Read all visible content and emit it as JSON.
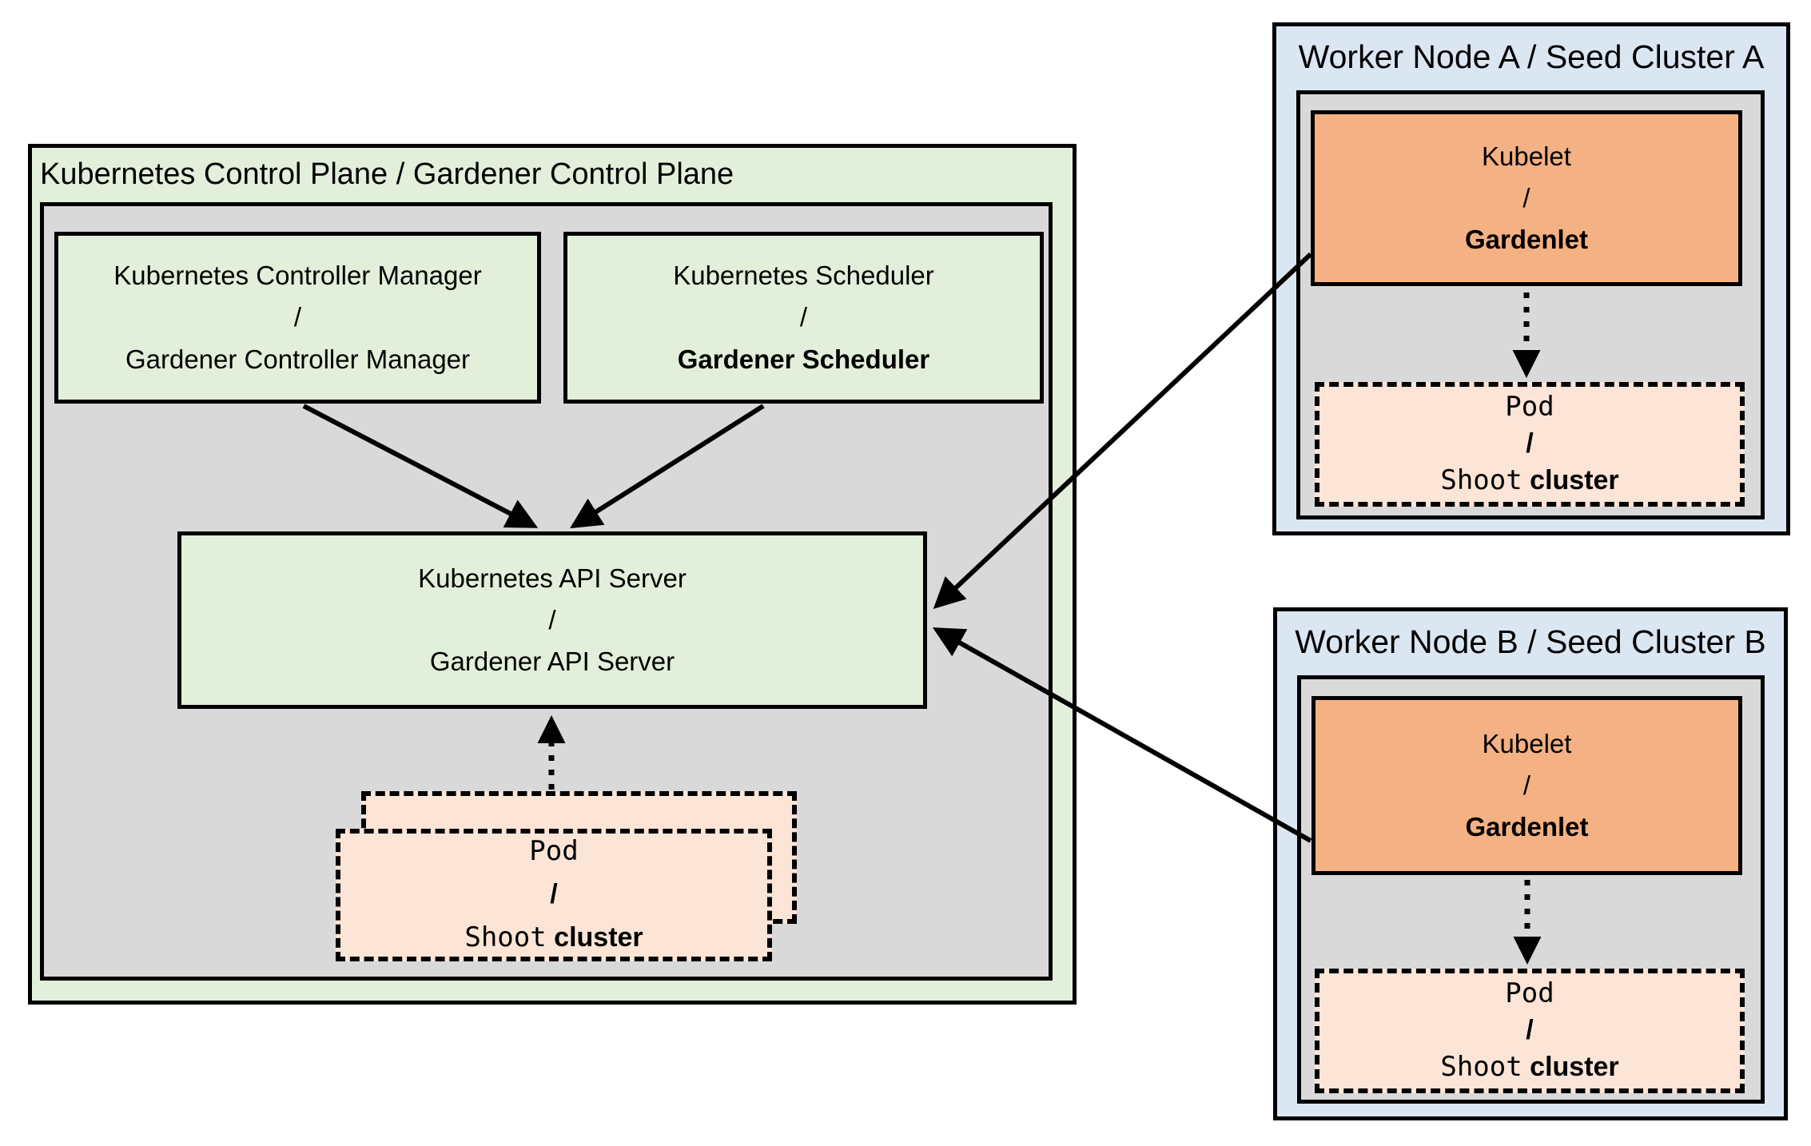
{
  "control_plane": {
    "title": "Kubernetes Control Plane / Gardener Control Plane",
    "controller_manager": {
      "line1": "Kubernetes Controller Manager",
      "sep": "/",
      "line2": "Gardener Controller Manager"
    },
    "scheduler": {
      "line1": "Kubernetes Scheduler",
      "sep": "/",
      "line2": "Gardener Scheduler"
    },
    "api_server": {
      "line1": "Kubernetes API Server",
      "sep": "/",
      "line2": "Gardener API Server"
    },
    "pod_stack": {
      "line1": "Pod",
      "sep": "/",
      "shoot": "Shoot",
      "cluster": "cluster"
    }
  },
  "worker_a": {
    "title": "Worker Node A / Seed Cluster A",
    "kubelet": {
      "line1": "Kubelet",
      "sep": "/",
      "line2": "Gardenlet"
    },
    "pod": {
      "line1": "Pod",
      "sep": "/",
      "shoot": "Shoot",
      "cluster": "cluster"
    }
  },
  "worker_b": {
    "title": "Worker Node B / Seed Cluster B",
    "kubelet": {
      "line1": "Kubelet",
      "sep": "/",
      "line2": "Gardenlet"
    },
    "pod": {
      "line1": "Pod",
      "sep": "/",
      "shoot": "Shoot",
      "cluster": "cluster"
    }
  },
  "colors": {
    "green": "#e2efda",
    "gray": "#d9d9d9",
    "blue": "#dbe6f3",
    "orange": "#f4b183",
    "peach": "#fce4d6",
    "line": "#000000"
  }
}
